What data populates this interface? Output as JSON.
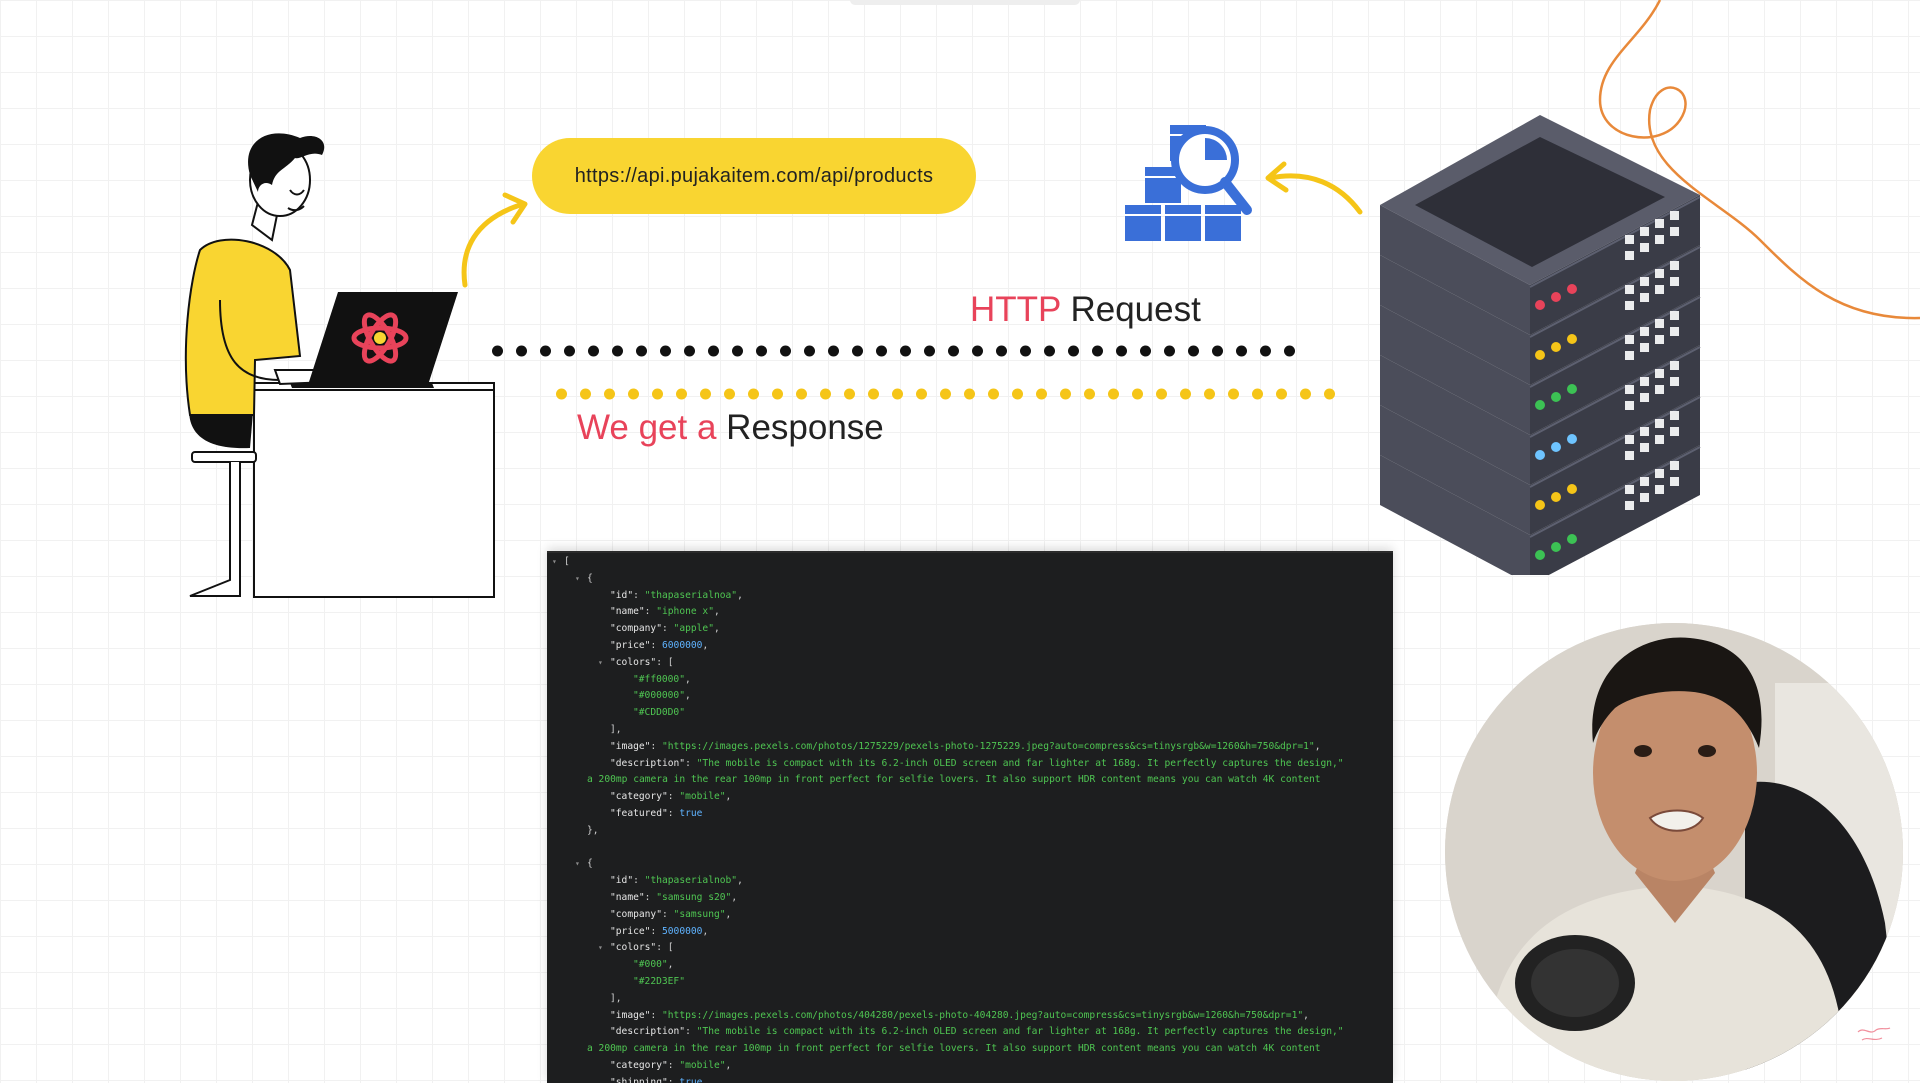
{
  "url": {
    "text": "https://api.pujakaitem.com/api/products"
  },
  "http_label": {
    "accent": "HTTP",
    "rest": " Request"
  },
  "response_label": {
    "accent": "We get a",
    "rest": " Response"
  },
  "icons": {
    "person": "person-at-laptop-icon",
    "react": "react-logo-icon",
    "database_search": "database-search-icon",
    "server": "server-rack-icon"
  },
  "colors": {
    "accent_red": "#e8435a",
    "pill_yellow": "#f9d531",
    "request_dots": "#111111",
    "response_dots": "#f5c518",
    "json_bg": "#1d1e1f",
    "json_string": "#4fc552",
    "json_number": "#5fb3ff",
    "orange_curve": "#e8893a"
  },
  "json": {
    "lines": [
      {
        "t": "open",
        "text": "["
      },
      {
        "t": "open",
        "text": "{"
      },
      {
        "t": "kv",
        "key": "id",
        "val": "thapaserialnoa",
        "vt": "s",
        "comma": true
      },
      {
        "t": "kv",
        "key": "name",
        "val": "iphone x",
        "vt": "s",
        "comma": true
      },
      {
        "t": "kv",
        "key": "company",
        "val": "apple",
        "vt": "s",
        "comma": true
      },
      {
        "t": "kv",
        "key": "price",
        "val": "6000000",
        "vt": "n",
        "comma": true
      },
      {
        "t": "kvopen",
        "key": "colors",
        "text": "["
      },
      {
        "t": "item",
        "val": "#ff0000",
        "comma": true
      },
      {
        "t": "item",
        "val": "#000000",
        "comma": true
      },
      {
        "t": "item",
        "val": "#CDD0D0",
        "comma": false
      },
      {
        "t": "close",
        "text": "],"
      },
      {
        "t": "kv",
        "key": "image",
        "val": "https://images.pexels.com/photos/1275229/pexels-photo-1275229.jpeg?auto=compress&cs=tinysrgb&w=1260&h=750&dpr=1",
        "vt": "s",
        "comma": true
      },
      {
        "t": "kv",
        "key": "description",
        "val": "The mobile is compact with its 6.2-inch OLED screen and far lighter at 168g. It perfectly captures the design,",
        "vt": "s",
        "comma": false
      },
      {
        "t": "cont",
        "val": "a 200mp camera in the rear 100mp in front perfect for selfie lovers. It also support HDR content means you can watch 4K content"
      },
      {
        "t": "kv",
        "key": "category",
        "val": "mobile",
        "vt": "s",
        "comma": true
      },
      {
        "t": "kv",
        "key": "featured",
        "val": "true",
        "vt": "b",
        "comma": false
      },
      {
        "t": "close1",
        "text": "},"
      },
      {
        "t": "blank",
        "text": ""
      },
      {
        "t": "open",
        "text": "{"
      },
      {
        "t": "kv",
        "key": "id",
        "val": "thapaserialnob",
        "vt": "s",
        "comma": true
      },
      {
        "t": "kv",
        "key": "name",
        "val": "samsung s20",
        "vt": "s",
        "comma": true
      },
      {
        "t": "kv",
        "key": "company",
        "val": "samsung",
        "vt": "s",
        "comma": true
      },
      {
        "t": "kv",
        "key": "price",
        "val": "5000000",
        "vt": "n",
        "comma": true
      },
      {
        "t": "kvopen",
        "key": "colors",
        "text": "["
      },
      {
        "t": "item",
        "val": "#000",
        "comma": true
      },
      {
        "t": "item",
        "val": "#22D3EF",
        "comma": false
      },
      {
        "t": "close",
        "text": "],"
      },
      {
        "t": "kv",
        "key": "image",
        "val": "https://images.pexels.com/photos/404280/pexels-photo-404280.jpeg?auto=compress&cs=tinysrgb&w=1260&h=750&dpr=1",
        "vt": "s",
        "comma": true
      },
      {
        "t": "kv",
        "key": "description",
        "val": "The mobile is compact with its 6.2-inch OLED screen and far lighter at 168g. It perfectly captures the design,",
        "vt": "s",
        "comma": false
      },
      {
        "t": "cont",
        "val": "a 200mp camera in the rear 100mp in front perfect for selfie lovers. It also support HDR content means you can watch 4K content"
      },
      {
        "t": "kv",
        "key": "category",
        "val": "mobile",
        "vt": "s",
        "comma": true
      },
      {
        "t": "kv",
        "key": "shipping",
        "val": "true",
        "vt": "b",
        "comma": false
      },
      {
        "t": "close1",
        "text": "},"
      }
    ]
  }
}
